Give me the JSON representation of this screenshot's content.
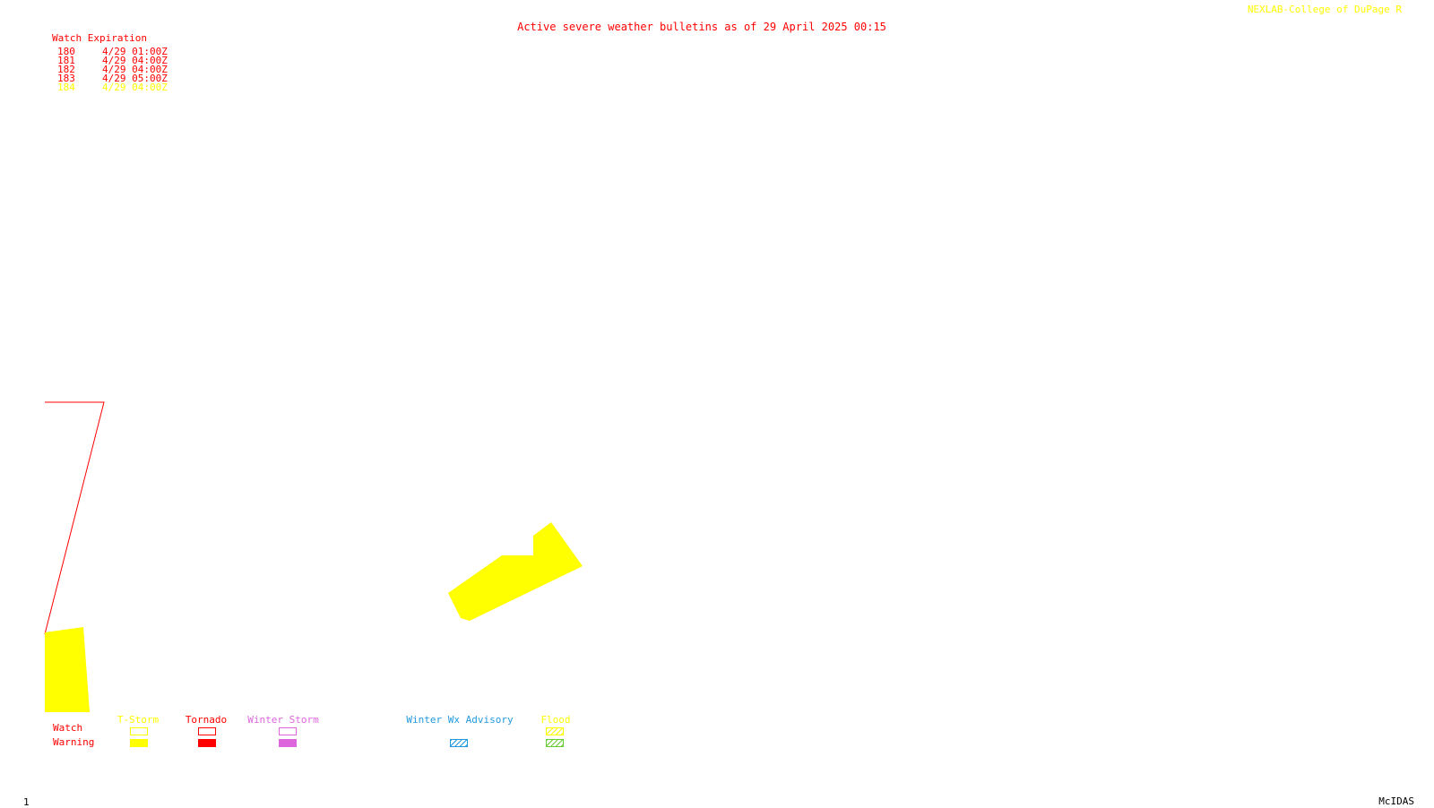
{
  "header": {
    "title": "Active severe weather bulletins as of 29 April 2025 00:15",
    "credit": "NEXLAB-College of DuPage R",
    "title_color": "#ff0000",
    "credit_color": "#ffff00"
  },
  "watches": {
    "heading": "Watch Expiration",
    "items": [
      {
        "id": "180",
        "expires": "4/29 01:00Z",
        "color": "#ff0000"
      },
      {
        "id": "181",
        "expires": "4/29 04:00Z",
        "color": "#ff0000"
      },
      {
        "id": "182",
        "expires": "4/29 04:00Z",
        "color": "#ff0000"
      },
      {
        "id": "183",
        "expires": "4/29 05:00Z",
        "color": "#ff0000"
      },
      {
        "id": "184",
        "expires": "4/29 04:00Z",
        "color": "#ffff00"
      }
    ]
  },
  "legend": {
    "row_labels": {
      "watch": "Watch",
      "warning": "Warning"
    },
    "categories": [
      {
        "label": "T-Storm",
        "color": "#ffff00"
      },
      {
        "label": "Tornado",
        "color": "#ff0000"
      },
      {
        "label": "Winter Storm",
        "color": "#dd66dd"
      },
      {
        "label": "Winter Wx Advisory",
        "color": "#2299dd"
      },
      {
        "label": "Flood",
        "color": "#ffff00",
        "warning_color": "#66cc33"
      }
    ]
  },
  "footer": {
    "frame": "1",
    "software": "McIDAS"
  }
}
